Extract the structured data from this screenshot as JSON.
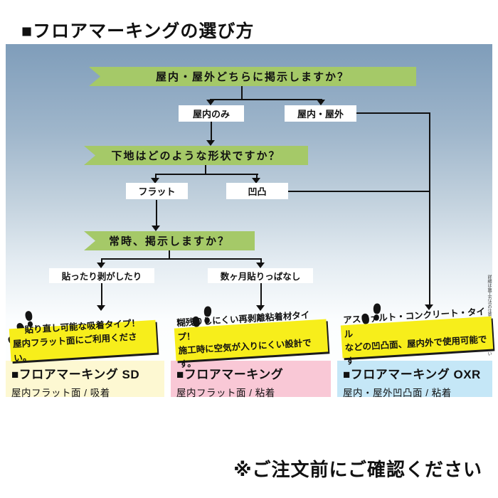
{
  "page": {
    "title": "■フロアマーキングの選び方",
    "footer_note": "※ご注文前にご確認ください",
    "side_note_vertical": "詳細は施工方法の注意点をご参照ください"
  },
  "flowchart": {
    "questions": [
      {
        "id": "q1",
        "label": "屋内・屋外どちらに掲示しますか？"
      },
      {
        "id": "q2",
        "label": "下地はどのような形状ですか？"
      },
      {
        "id": "q3",
        "label": "常時、掲示しますか？"
      }
    ],
    "answers": {
      "indoor_only": "屋内のみ",
      "indoor_outdoor": "屋内・屋外",
      "flat": "フラット",
      "uneven": "凹凸",
      "stick_and_peel": "貼ったり剥がしたり",
      "months_left": "数ヶ月貼りっぱなし"
    }
  },
  "products": [
    {
      "callout_line1": "貼り直し可能な吸着タイプ！",
      "callout_line2": "屋内フラット面にご利用ください。",
      "name": "■フロアマーキング SD",
      "spec": "屋内フラット面 / 吸着",
      "panel_color": "#fdf8d2"
    },
    {
      "callout_line1": "糊残りしにくい再剥離粘着材タイプ！",
      "callout_line2": "施工時に空気が入りにくい設計です。",
      "name": "■フロアマーキング",
      "spec": "屋内フラット面 / 粘着",
      "panel_color": "#f9c8d6"
    },
    {
      "callout_line1": "アスファルト・コンクリート・タイル",
      "callout_line2": "などの凹凸面、屋内外で使用可能です",
      "name": "■フロアマーキング OXR",
      "spec": "屋内・屋外凹凸面 / 粘着",
      "panel_color": "#c5e7f7"
    }
  ],
  "colors": {
    "question_banner": "#a5c968",
    "callout_yellow": "#f7ee1b",
    "background_top": "#7f9dba",
    "line": "#111111"
  }
}
